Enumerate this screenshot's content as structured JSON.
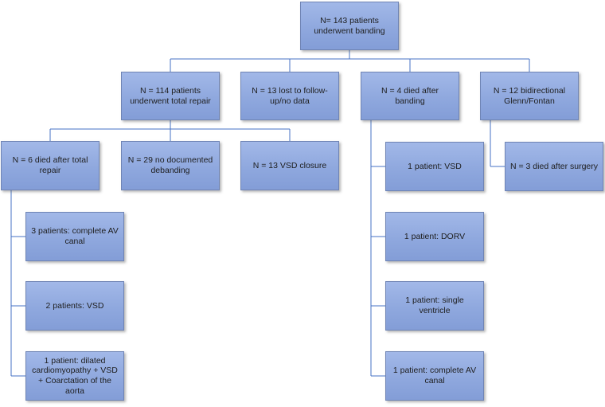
{
  "nodes": {
    "root": "N= 143 patients underwent banding",
    "total_repair": "N = 114 patients underwent total repair",
    "lost_followup": "N = 13 lost to follow-up/no data",
    "died_after_banding": "N = 4 died after banding",
    "glenn_fontan": "N = 12 bidirectional Glenn/Fontan",
    "died_after_total_repair": "N = 6 died after total repair",
    "no_debanding": "N = 29 no documented debanding",
    "vsd_closure": "N = 13 VSD closure",
    "repair_death_av_canal": "3 patients: complete AV canal",
    "repair_death_vsd": "2 patients: VSD",
    "repair_death_dilated": "1 patient: dilated cardiomyopathy + VSD + Coarctation of the aorta",
    "banding_death_vsd": "1 patient: VSD",
    "banding_death_dorv": "1 patient: DORV",
    "banding_death_single_ventricle": "1 patient: single ventricle",
    "banding_death_av_canal": "1 patient: complete AV canal",
    "died_after_surgery": "N = 3 died after surgery"
  },
  "colors": {
    "box_fill": "#92aadf",
    "box_border": "#6f84b4",
    "connector": "#4472c4",
    "text": "#1e1e1e"
  }
}
